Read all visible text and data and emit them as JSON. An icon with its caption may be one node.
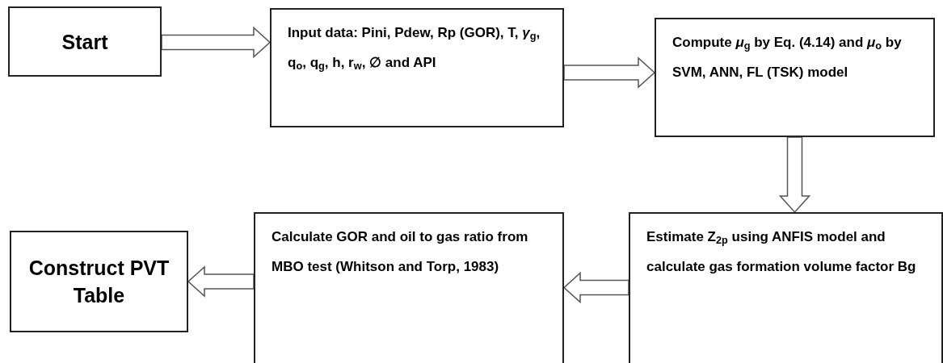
{
  "diagram": {
    "nodes": [
      {
        "text": [
          "Start"
        ]
      },
      {
        "text": [
          "Input data: Pini, Pdew, Rp (GOR), T, *γ*$_{g}$, q$_{o}$, q$_{g}$, h, r$_{w}$, ∅ and API"
        ]
      },
      {
        "text": [
          "Compute *μ*$_{g}$ by Eq. (4.14) and *μ*$_{o}$ by SVM, ANN, FL (TSK) model"
        ]
      },
      {
        "text": [
          "Estimate Z$_{2p}$ using ANFIS model and calculate gas formation volume factor Bg"
        ]
      },
      {
        "text": [
          "Calculate GOR and oil to gas ratio from MBO test (Whitson and Torp, 1983)"
        ]
      },
      {
        "text": [
          "Construct PVT Table"
        ]
      }
    ],
    "edges": [
      {
        "from": 0,
        "to": 1,
        "arrow": "to"
      },
      {
        "from": 1,
        "to": 2,
        "arrow": "to"
      },
      {
        "from": 2,
        "to": 3,
        "arrow": "to"
      },
      {
        "from": 3,
        "to": 4,
        "arrow": "to"
      },
      {
        "from": 4,
        "to": 5,
        "arrow": "to"
      }
    ]
  }
}
